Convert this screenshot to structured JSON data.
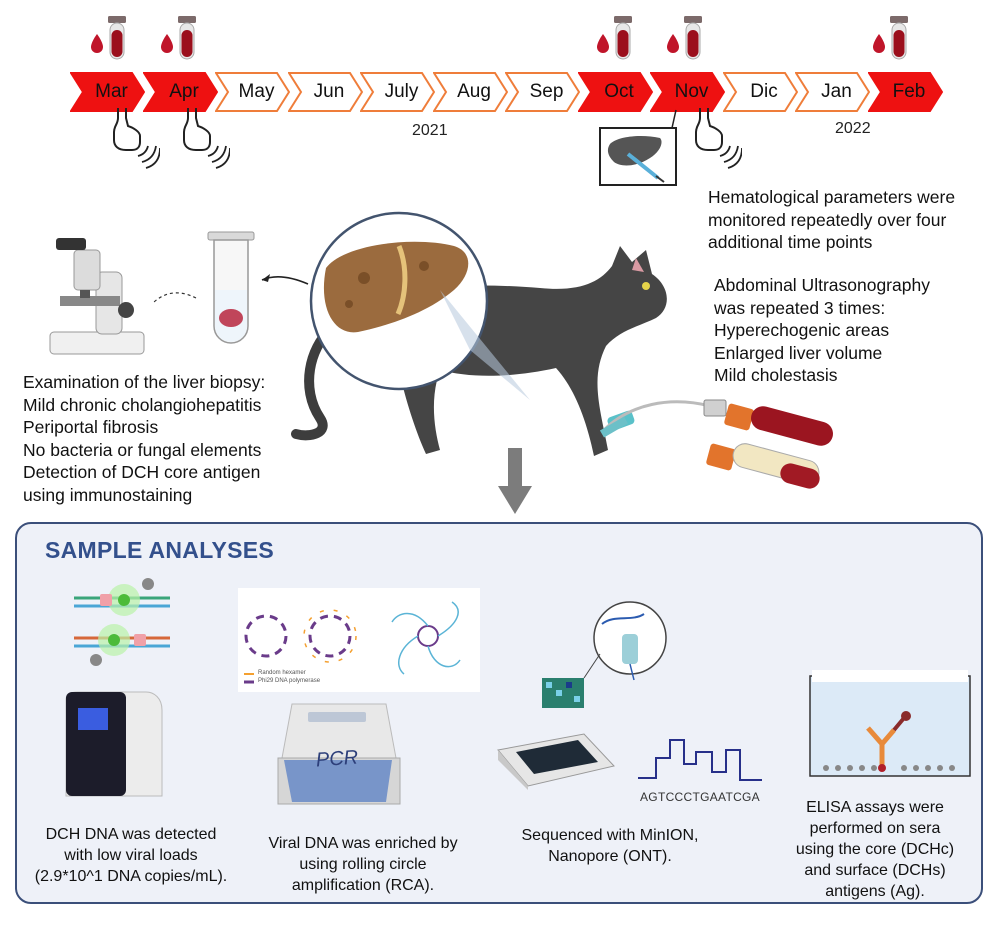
{
  "timeline": {
    "months": [
      {
        "label": "Mar",
        "highlight": true
      },
      {
        "label": "Apr",
        "highlight": true
      },
      {
        "label": "May",
        "highlight": false
      },
      {
        "label": "Jun",
        "highlight": false
      },
      {
        "label": "July",
        "highlight": false
      },
      {
        "label": "Aug",
        "highlight": false
      },
      {
        "label": "Sep",
        "highlight": false
      },
      {
        "label": "Oct",
        "highlight": true
      },
      {
        "label": "Nov",
        "highlight": true
      },
      {
        "label": "Dic",
        "highlight": false
      },
      {
        "label": "Jan",
        "highlight": false
      },
      {
        "label": "Feb",
        "highlight": true
      }
    ],
    "year_2021": "2021",
    "year_2022": "2022",
    "colors": {
      "highlight": "#ee1111",
      "normal_border": "#ef7d3a",
      "blood": "#c0152a"
    }
  },
  "hematology_note": {
    "lines": [
      "Hematological parameters were",
      "monitored repeatedly over four",
      "additional time points"
    ]
  },
  "ultrasound_note": {
    "lines": [
      "Abdominal Ultrasonography",
      "was repeated 3 times:",
      "Hyperechogenic areas",
      "Enlarged liver volume",
      "Mild cholestasis"
    ]
  },
  "biopsy_note": {
    "lines": [
      "Examination of the liver biopsy:",
      "Mild chronic cholangiohepatitis",
      "Periportal fibrosis",
      "No bacteria or fungal elements",
      "Detection of DCH core antigen",
      "using immunostaining"
    ]
  },
  "panel": {
    "title": "SAMPLE ANALYSES",
    "rca_legend": [
      "Random hexamer",
      "Phi29 DNA polymerase"
    ],
    "pcr_label": "PCR",
    "sequence_text": "AGTCCCTGAATCGA",
    "captions": {
      "qpcr": [
        "DCH DNA was detected",
        "with low viral loads",
        "(2.9*10^1 DNA copies/mL)."
      ],
      "rca": [
        "Viral DNA was enriched by",
        "using rolling circle",
        "amplification (RCA)."
      ],
      "minion": [
        "Sequenced with MinION,",
        "Nanopore (ONT)."
      ],
      "elisa": [
        "ELISA assays were",
        "performed on sera",
        "using the core (DCHc)",
        "and surface (DCHs)",
        "antigens (Ag)."
      ]
    }
  }
}
